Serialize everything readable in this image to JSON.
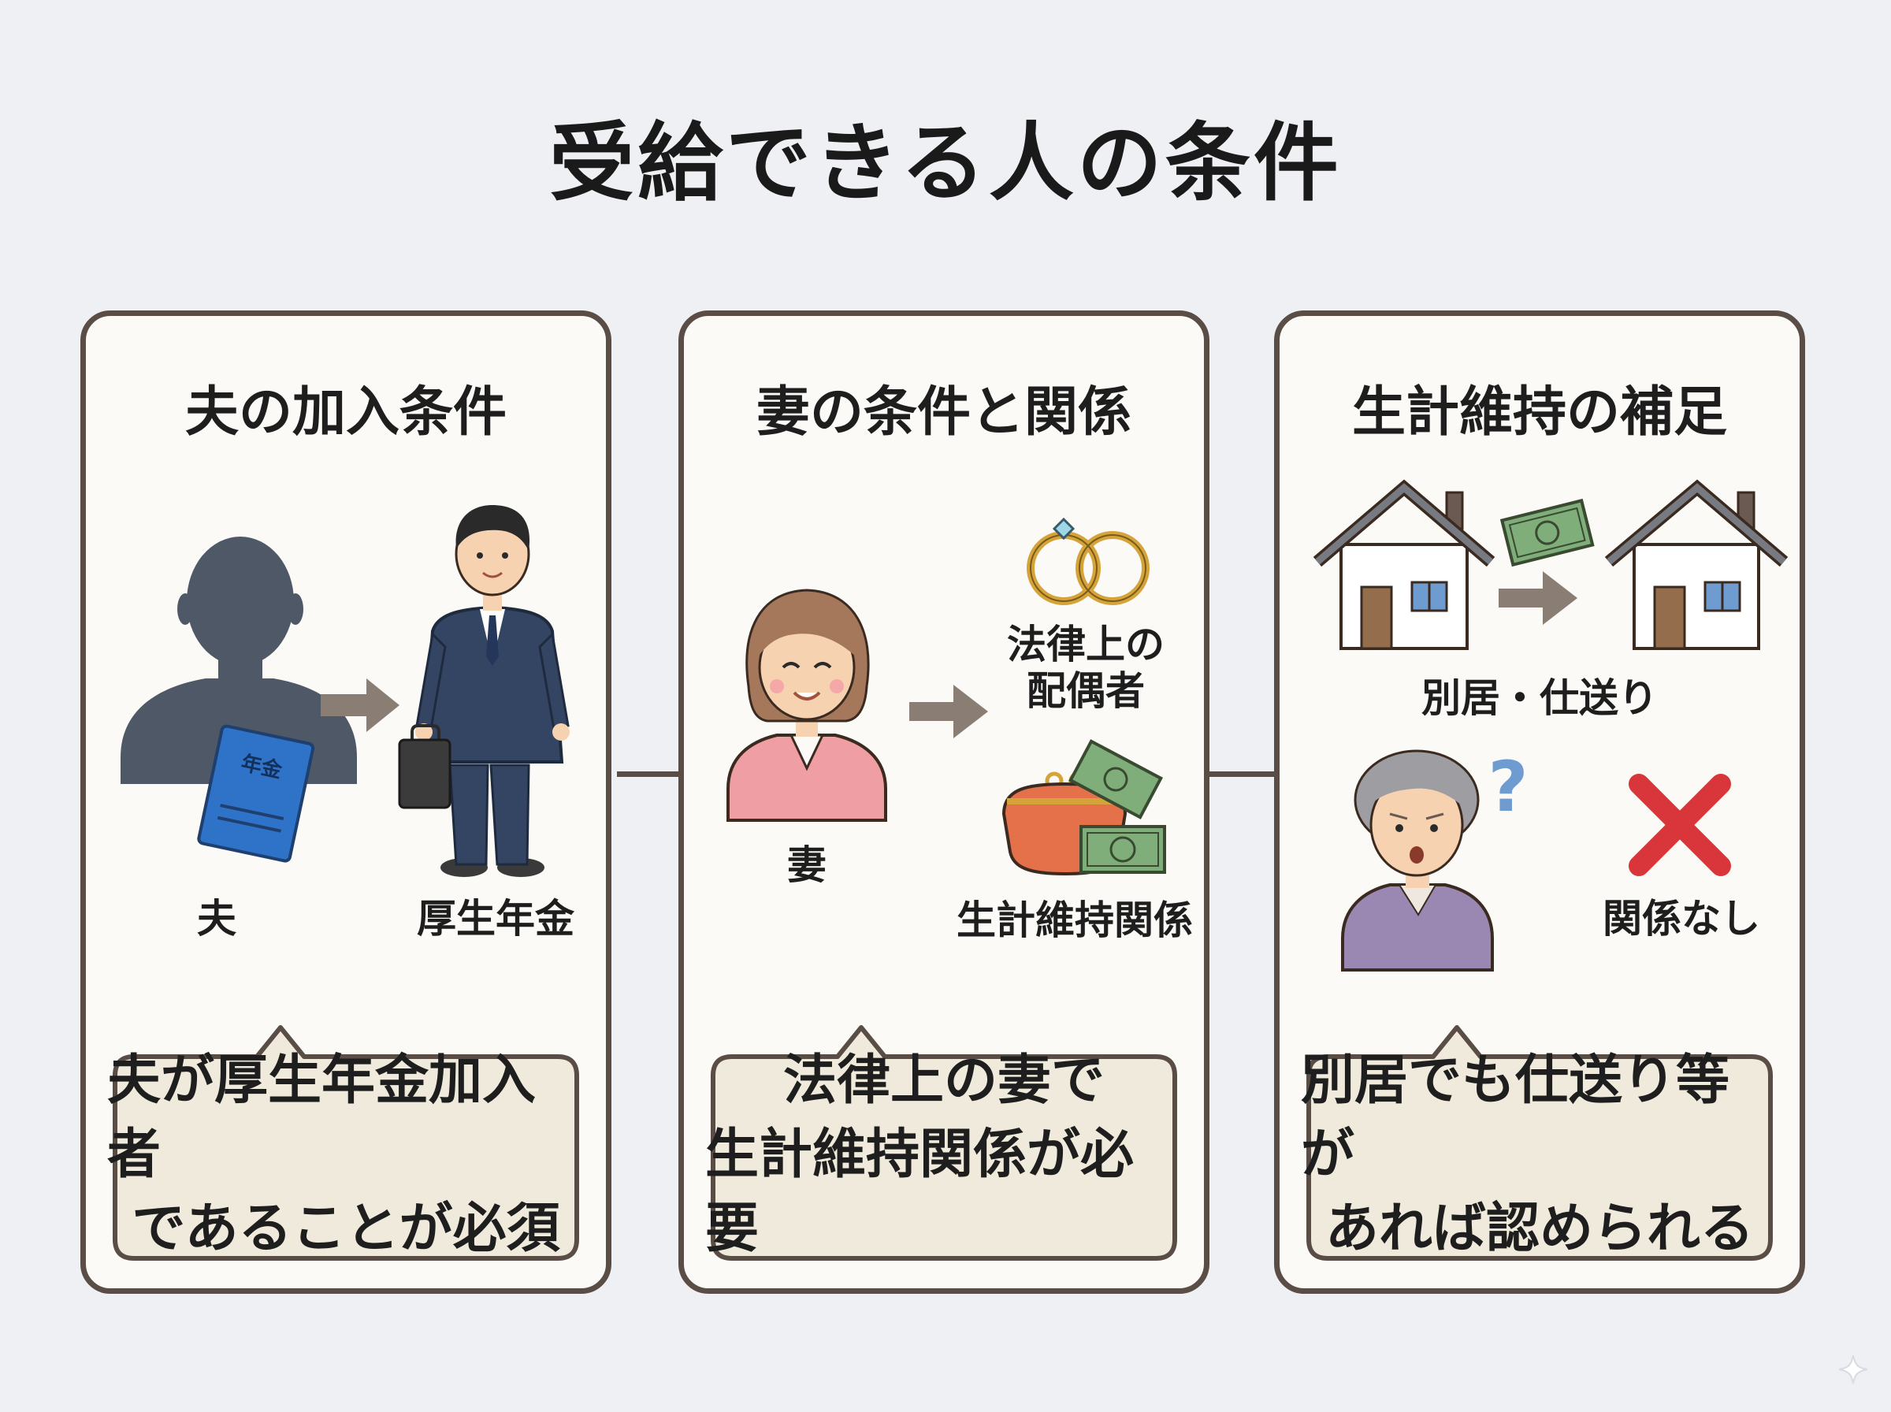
{
  "title": "受給できる人の条件",
  "panels": [
    {
      "title": "夫の加入条件",
      "labels": {
        "husband": "夫",
        "pension": "厚生年金",
        "booklet": "年金"
      },
      "bubble": {
        "line1": "夫が厚生年金加入者",
        "line2": "であることが必須"
      }
    },
    {
      "title": "妻の条件と関係",
      "labels": {
        "wife": "妻",
        "legal_line1": "法律上の",
        "legal_line2": "配偶者",
        "support": "生計維持関係"
      },
      "bubble": {
        "line1": "法律上の妻で",
        "line2": "生計維持関係が必要"
      }
    },
    {
      "title": "生計維持の補足",
      "labels": {
        "separate": "別居・仕送り",
        "unrelated": "関係なし"
      },
      "bubble": {
        "line1": "別居でも仕送り等が",
        "line2": "あれば認められる"
      }
    }
  ],
  "colors": {
    "border": "#5a4d46",
    "panel_bg": "#fbfaf6",
    "bubble_bg": "#efeadb",
    "arrow": "#8a7d74",
    "booklet": "#2f73c9",
    "suit": "#344563",
    "wife_top": "#ef9ea3",
    "grandma_top": "#9a88b3",
    "cross": "#d8363a",
    "money": "#7fae7a",
    "door": "#946d4c",
    "window": "#6f9cd0"
  },
  "icons": [
    "silhouette-icon",
    "pension-book-icon",
    "businessman-icon",
    "briefcase-icon",
    "arrow-right-icon",
    "woman-icon",
    "rings-icon",
    "coin-purse-icon",
    "banknote-icon",
    "house-icon",
    "elderly-woman-icon",
    "question-mark-icon",
    "cross-icon",
    "sparkle-icon"
  ]
}
